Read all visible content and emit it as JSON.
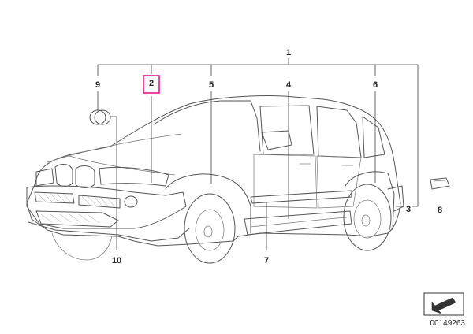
{
  "diagram": {
    "callouts": [
      {
        "id": "1",
        "label": "1"
      },
      {
        "id": "2",
        "label": "2"
      },
      {
        "id": "3",
        "label": "3"
      },
      {
        "id": "4",
        "label": "4"
      },
      {
        "id": "5",
        "label": "5"
      },
      {
        "id": "6",
        "label": "6"
      },
      {
        "id": "7",
        "label": "7"
      },
      {
        "id": "8",
        "label": "8"
      },
      {
        "id": "9",
        "label": "9"
      },
      {
        "id": "10",
        "label": "10"
      }
    ],
    "highlight_color": "#e8178a",
    "line_color": "#555555",
    "diagram_id": "00149263"
  },
  "icons": {
    "corner_arrow": "arrow-icon"
  }
}
